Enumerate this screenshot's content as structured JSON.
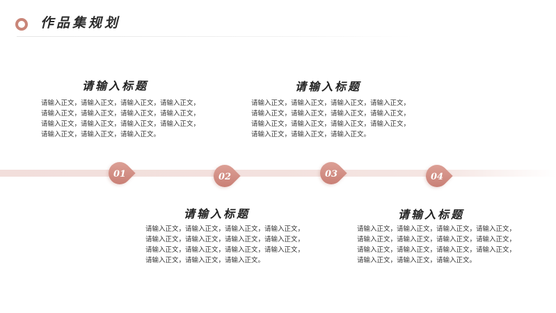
{
  "header": {
    "title": "作品集规划"
  },
  "steps": [
    {
      "number": "01",
      "title": "请输入标题",
      "body": "请输入正文，请输入正文，请输入正文，请输入正文，请输入正文，请输入正文，请输入正文，请输入正文，请输入正文，请输入正文，请输入正文，请输入正文，请输入正文，请输入正文，请输入正文。"
    },
    {
      "number": "02",
      "title": "请输入标题",
      "body": "请输入正文，请输入正文，请输入正文，请输入正文，请输入正文，请输入正文，请输入正文，请输入正文，请输入正文，请输入正文，请输入正文，请输入正文，请输入正文，请输入正文，请输入正文。"
    },
    {
      "number": "03",
      "title": "请输入标题",
      "body": "请输入正文，请输入正文，请输入正文，请输入正文，请输入正文，请输入正文，请输入正文，请输入正文，请输入正文，请输入正文，请输入正文，请输入正文，请输入正文，请输入正文，请输入正文。"
    },
    {
      "number": "04",
      "title": "请输入标题",
      "body": "请输入正文，请输入正文，请输入正文，请输入正文，请输入正文，请输入正文，请输入正文，请输入正文，请输入正文，请输入正文，请输入正文，请输入正文，请输入正文，请输入正文，请输入正文。"
    }
  ]
}
